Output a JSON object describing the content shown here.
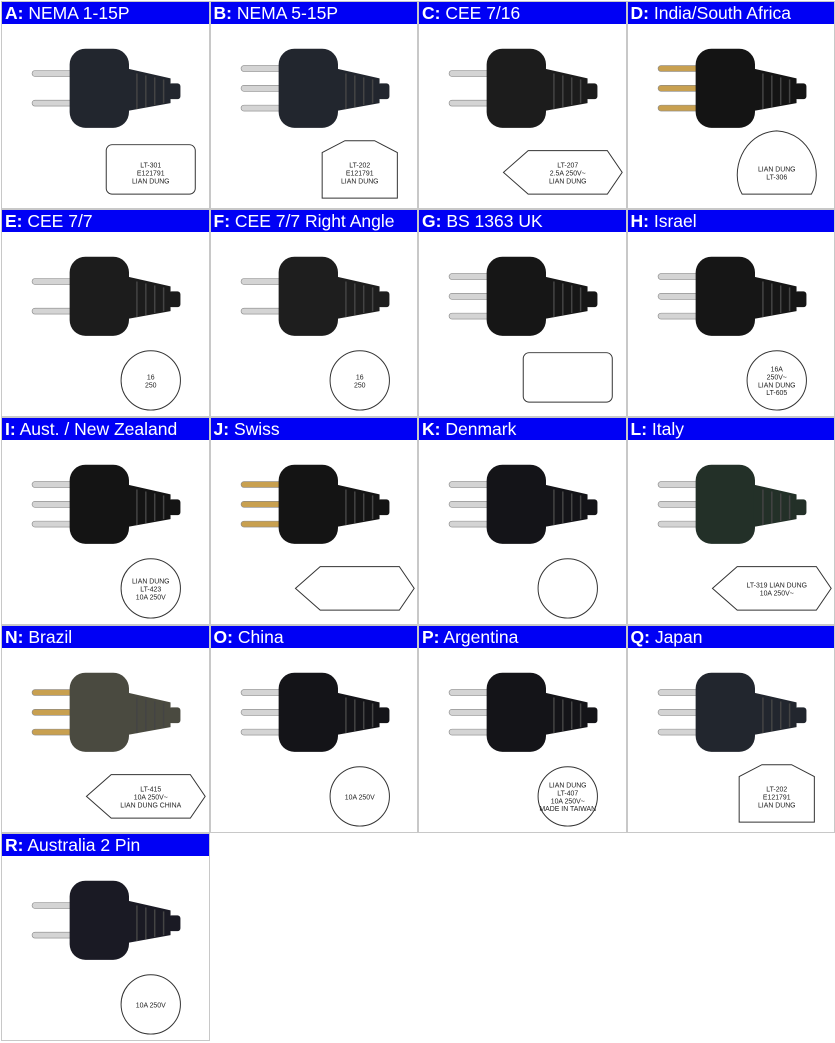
{
  "colors": {
    "header_bg": "#0000f5",
    "header_text": "#ffffff",
    "border": "#c8c8c8",
    "plug_body": "#1c1c24",
    "brass": "#c8a050",
    "steel": "#d4d4d4"
  },
  "plugs": [
    {
      "letter": "A:",
      "name": "NEMA 1-15P",
      "pins": 2,
      "pin_color": "steel",
      "body": "#22262e",
      "plate": "rect",
      "marking": [
        "LT-301",
        "E121791",
        "LIAN DUNG"
      ]
    },
    {
      "letter": "B:",
      "name": "NEMA 5-15P",
      "pins": 3,
      "pin_color": "steel",
      "body": "#22262e",
      "plate": "tab",
      "marking": [
        "LT-202",
        "E121791",
        "LIAN DUNG"
      ]
    },
    {
      "letter": "C:",
      "name": "CEE 7/16",
      "pins": 2,
      "pin_color": "steel",
      "body": "#1c1c1c",
      "plate": "hex",
      "marking": [
        "LT-207",
        "2.5A 250V~",
        "LIAN DUNG"
      ]
    },
    {
      "letter": "D:",
      "name": "India/South Africa",
      "pins": 3,
      "pin_color": "brass",
      "body": "#141414",
      "plate": "tri",
      "marking": [
        "LIAN DUNG",
        "LT-306"
      ]
    },
    {
      "letter": "E:",
      "name": "CEE 7/7",
      "pins": 2,
      "pin_color": "steel",
      "body": "#1c1c1c",
      "plate": "round",
      "marking": [
        "16",
        "250"
      ]
    },
    {
      "letter": "F:",
      "name": "CEE 7/7 Right Angle",
      "pins": 2,
      "pin_color": "steel",
      "body": "#1e1e1e",
      "plate": "round",
      "marking": [
        "16",
        "250"
      ]
    },
    {
      "letter": "G:",
      "name": "BS 1363 UK",
      "pins": 3,
      "pin_color": "steel",
      "body": "#161616",
      "plate": "rect",
      "marking": []
    },
    {
      "letter": "H:",
      "name": "Israel",
      "pins": 3,
      "pin_color": "steel",
      "body": "#161616",
      "plate": "round",
      "marking": [
        "16A",
        "250V~",
        "LIAN DUNG",
        "LT-605"
      ]
    },
    {
      "letter": "I:",
      "name": "Aust. / New Zealand",
      "pins": 3,
      "pin_color": "steel",
      "body": "#141414",
      "plate": "round",
      "marking": [
        "LIAN DUNG",
        "LT-423",
        "10A 250V"
      ]
    },
    {
      "letter": "J:",
      "name": "Swiss",
      "pins": 3,
      "pin_color": "brass",
      "body": "#141414",
      "plate": "hex",
      "marking": []
    },
    {
      "letter": "K:",
      "name": "Denmark",
      "pins": 3,
      "pin_color": "steel",
      "body": "#141418",
      "plate": "round",
      "marking": []
    },
    {
      "letter": "L:",
      "name": "Italy",
      "pins": 3,
      "pin_color": "steel",
      "body": "#233028",
      "plate": "hex",
      "marking": [
        "LT-319   LIAN DUNG",
        "10A 250V~"
      ]
    },
    {
      "letter": "N:",
      "name": "Brazil",
      "pins": 3,
      "pin_color": "brass",
      "body": "#4a4a40",
      "plate": "hex",
      "marking": [
        "LT-415",
        "10A 250V~",
        "LIAN DUNG CHINA"
      ]
    },
    {
      "letter": "O:",
      "name": "China",
      "pins": 3,
      "pin_color": "steel",
      "body": "#141418",
      "plate": "round",
      "marking": [
        "10A 250V"
      ]
    },
    {
      "letter": "P:",
      "name": "Argentina",
      "pins": 3,
      "pin_color": "steel",
      "body": "#141418",
      "plate": "round",
      "marking": [
        "LIAN DUNG",
        "LT-407",
        "10A 250V~",
        "MADE IN TAIWAN"
      ]
    },
    {
      "letter": "Q:",
      "name": "Japan",
      "pins": 3,
      "pin_color": "steel",
      "body": "#22262e",
      "plate": "tab",
      "marking": [
        "LT-202",
        "E121791",
        "LIAN DUNG"
      ]
    },
    {
      "letter": "R:",
      "name": "Australia 2 Pin",
      "pins": 2,
      "pin_color": "steel",
      "body": "#1a1a24",
      "plate": "round",
      "marking": [
        "10A 250V"
      ]
    }
  ]
}
